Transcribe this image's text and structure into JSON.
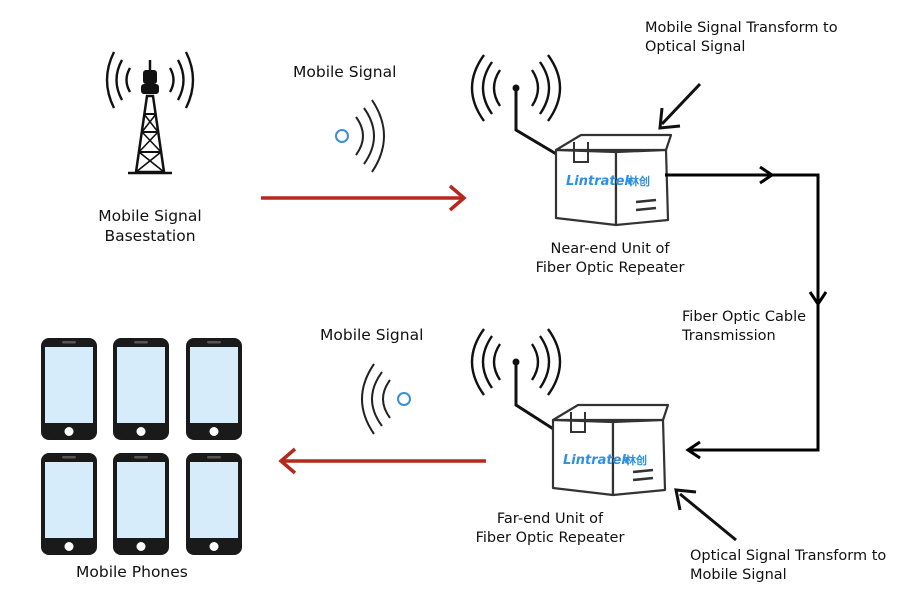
{
  "basestation": {
    "label_lines": [
      "Mobile Signal",
      "Basestation"
    ],
    "icon": "cell-tower-icon"
  },
  "signals": {
    "top_label": "Mobile Signal",
    "bottom_label": "Mobile Signal"
  },
  "near_end": {
    "label_lines": [
      "Near-end Unit of",
      "Fiber Optic Repeater"
    ],
    "icon": "repeater-box-icon"
  },
  "far_end": {
    "label_lines": [
      "Far-end Unit of",
      "Fiber Optic Repeater"
    ],
    "icon": "repeater-box-icon"
  },
  "brand": {
    "latin": "Lintratek",
    "chinese": "林创"
  },
  "callouts": {
    "top": [
      "Mobile Signal Transform to",
      "Optical Signal"
    ],
    "bottom": [
      "Optical Signal Transform to",
      "Mobile Signal"
    ]
  },
  "cable": {
    "label_lines": [
      "Fiber Optic Cable",
      "Transmission"
    ]
  },
  "phones": {
    "label": "Mobile Phones",
    "count": 6,
    "icon": "smartphone-icon"
  },
  "colors": {
    "signal_arrow": "#b5281c",
    "signal_dot": "#3b8fd6",
    "phone_screen": "#d6ecfb",
    "brand_blue": "#2f8fe0",
    "brand_orange": "#f08a1c",
    "line": "#000000"
  }
}
